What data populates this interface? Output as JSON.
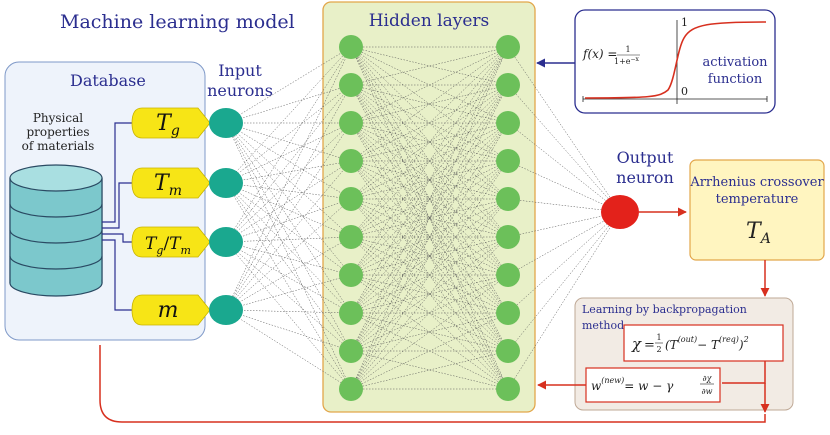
{
  "title": "Machine learning model",
  "database": {
    "label": "Database",
    "description_lines": [
      "Physical",
      "properties",
      "of materials"
    ]
  },
  "inputs": {
    "label_lines": [
      "Input",
      "neurons"
    ],
    "features": [
      {
        "base": "T",
        "sub": "g"
      },
      {
        "base": "T",
        "sub": "m"
      },
      {
        "base": "T",
        "sub": "g",
        "slash": "/",
        "base2": "T",
        "sub2": "m"
      },
      {
        "base": "m",
        "sub": ""
      }
    ]
  },
  "hidden": {
    "label": "Hidden layers",
    "layer_count": 2,
    "neurons_per_layer": 10
  },
  "activation": {
    "formula_lhs": "f(x) =",
    "formula_num": "1",
    "formula_den": "1+e",
    "formula_den_exp": "−x",
    "y_tick": "1",
    "origin": "0",
    "label_lines": [
      "activation",
      "function"
    ]
  },
  "output": {
    "label_lines": [
      "Output",
      "neuron"
    ]
  },
  "target": {
    "label_lines": [
      "Arrhenius crossover",
      "temperature"
    ],
    "symbol_base": "T",
    "symbol_sub": "A"
  },
  "backprop": {
    "label_lines": [
      "Learning by backpropagation",
      "method"
    ],
    "loss_lhs": "χ",
    "loss_eq": "=",
    "loss_frac_num": "1",
    "loss_frac_den": "2",
    "loss_open": "(T",
    "loss_sup1": "(out)",
    "loss_minus": "− T",
    "loss_sup2": "(req)",
    "loss_close": ")",
    "loss_power": "2",
    "update_lhs": "w",
    "update_sup": "(new)",
    "update_rhs": "= w − γ",
    "grad_num": "∂χ",
    "grad_den": "∂w"
  },
  "colors": {
    "neuron_input": "#1aa88f",
    "neuron_hidden": "#6cc05a",
    "neuron_output": "#e3221b",
    "hidden_panel": "#e8f0c8",
    "target_panel": "#fff5c0",
    "feature_tag": "#f7e516",
    "database_cyl": "#7cc8cc",
    "arrow_red": "#d7301f",
    "arrow_blue": "#2b2e8f"
  }
}
